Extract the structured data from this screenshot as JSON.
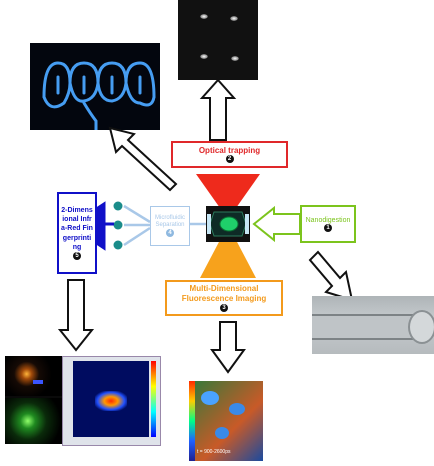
{
  "modules": {
    "optical_trapping": {
      "label": "Optical trapping",
      "step": "2",
      "color": "#e0282a"
    },
    "multi_dimensional": {
      "label": "Multi-Dimensional Fluorescence Imaging",
      "step": "3",
      "color": "#f39a1c"
    },
    "nanodigestion": {
      "label": "Nanodigestion",
      "step": "1",
      "color": "#7cc41d"
    },
    "microfluidic": {
      "label": "Microfluidic Separation",
      "step": "4",
      "color": "#a9c8e8"
    },
    "ir_fingerprinting": {
      "label": "2-Dimensional Infra-Red Fingerprinting",
      "step": "5",
      "color": "#1010c8"
    }
  },
  "images": {
    "fluorescence_caption": "t = 900-2600ps"
  }
}
